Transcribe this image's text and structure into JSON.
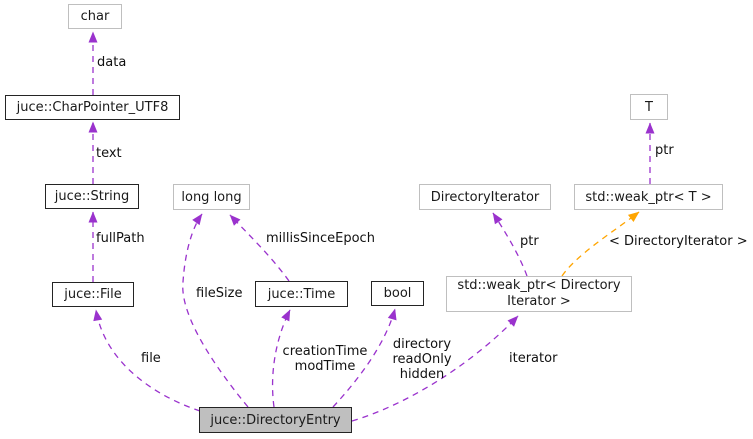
{
  "diagram": {
    "kind": "collaboration-graph",
    "nodes": {
      "char": {
        "label": "char"
      },
      "char_pointer_utf8": {
        "label": "juce::CharPointer_UTF8"
      },
      "string": {
        "label": "juce::String"
      },
      "long_long": {
        "label": "long long"
      },
      "file": {
        "label": "juce::File"
      },
      "time": {
        "label": "juce::Time"
      },
      "bool": {
        "label": "bool"
      },
      "directory_iterator": {
        "label": "DirectoryIterator"
      },
      "weak_ptr_t": {
        "label": "std::weak_ptr< T >"
      },
      "t": {
        "label": "T"
      },
      "weak_ptr_directory_iterator": {
        "line1": "std::weak_ptr< Directory",
        "line2": "Iterator >"
      },
      "directory_entry": {
        "label": "juce::DirectoryEntry"
      }
    },
    "edge_labels": {
      "data": "data",
      "text": "text",
      "full_path": "fullPath",
      "file": "file",
      "file_size": "fileSize",
      "millis_since_epoch": "millisSinceEpoch",
      "creation_time": "creationTime",
      "mod_time": "modTime",
      "directory": "directory",
      "read_only": "readOnly",
      "hidden": "hidden",
      "iterator": "iterator",
      "ptr_to_t": "ptr",
      "ptr_to_directory_iterator": "ptr",
      "template_instance": "< DirectoryIterator >"
    },
    "colors": {
      "edge_purple": "#9a32cd",
      "edge_orange": "#ffa500",
      "node_border_gray": "#bfbfbf",
      "node_border_dark": "#242424",
      "highlight_fill": "#bfbfbf",
      "background": "#ffffff"
    }
  }
}
